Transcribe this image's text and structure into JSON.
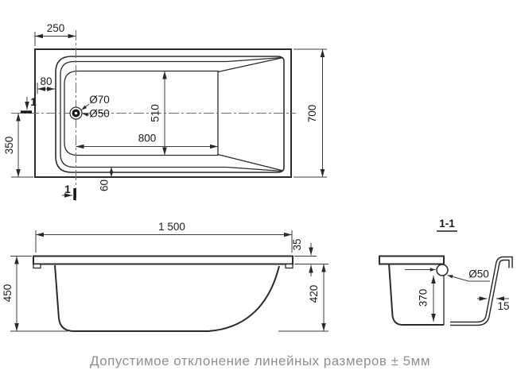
{
  "top_view": {
    "dim_left_offset": "250",
    "dim_rim_width": "80",
    "drain_outer_dia": "Ø70",
    "drain_inner_dia": "Ø50",
    "dim_inner_width": "510",
    "dim_bottom_length": "800",
    "dim_overall_width": "700",
    "dim_drain_offset": "350",
    "dim_rim_bottom": "60",
    "section_mark": "1"
  },
  "side_view": {
    "dim_overall_length": "1 500",
    "dim_overall_height": "450",
    "dim_rim_height": "35",
    "dim_body_height": "420"
  },
  "section_view": {
    "title": "1-1",
    "overflow_dia": "Ø50",
    "dim_overflow_depth": "370",
    "dim_wall_thickness": "15"
  },
  "caption": "Допустимое отклонение линейных размеров ± 5мм",
  "colors": {
    "line": "#2b2b2b",
    "dim_text": "#1c1c1c",
    "caption_text": "#8f8f8f"
  }
}
